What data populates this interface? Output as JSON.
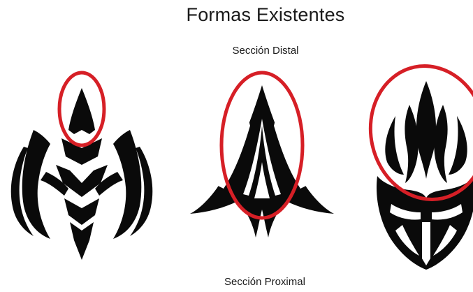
{
  "title": "Formas Existentes",
  "labels": {
    "top": "Sección Distal",
    "bottom": "Sección Proximal"
  },
  "shapes": [
    {
      "name": "tribal-shape-left",
      "highlighted": "distal tip"
    },
    {
      "name": "tribal-shape-center",
      "highlighted": "distal tip"
    },
    {
      "name": "tribal-shape-right",
      "highlighted": "distal tip"
    }
  ],
  "colors": {
    "shape_fill": "#0a0a0a",
    "highlight_ring": "#d61f26",
    "text": "#1a1a1a",
    "background": "#ffffff"
  }
}
